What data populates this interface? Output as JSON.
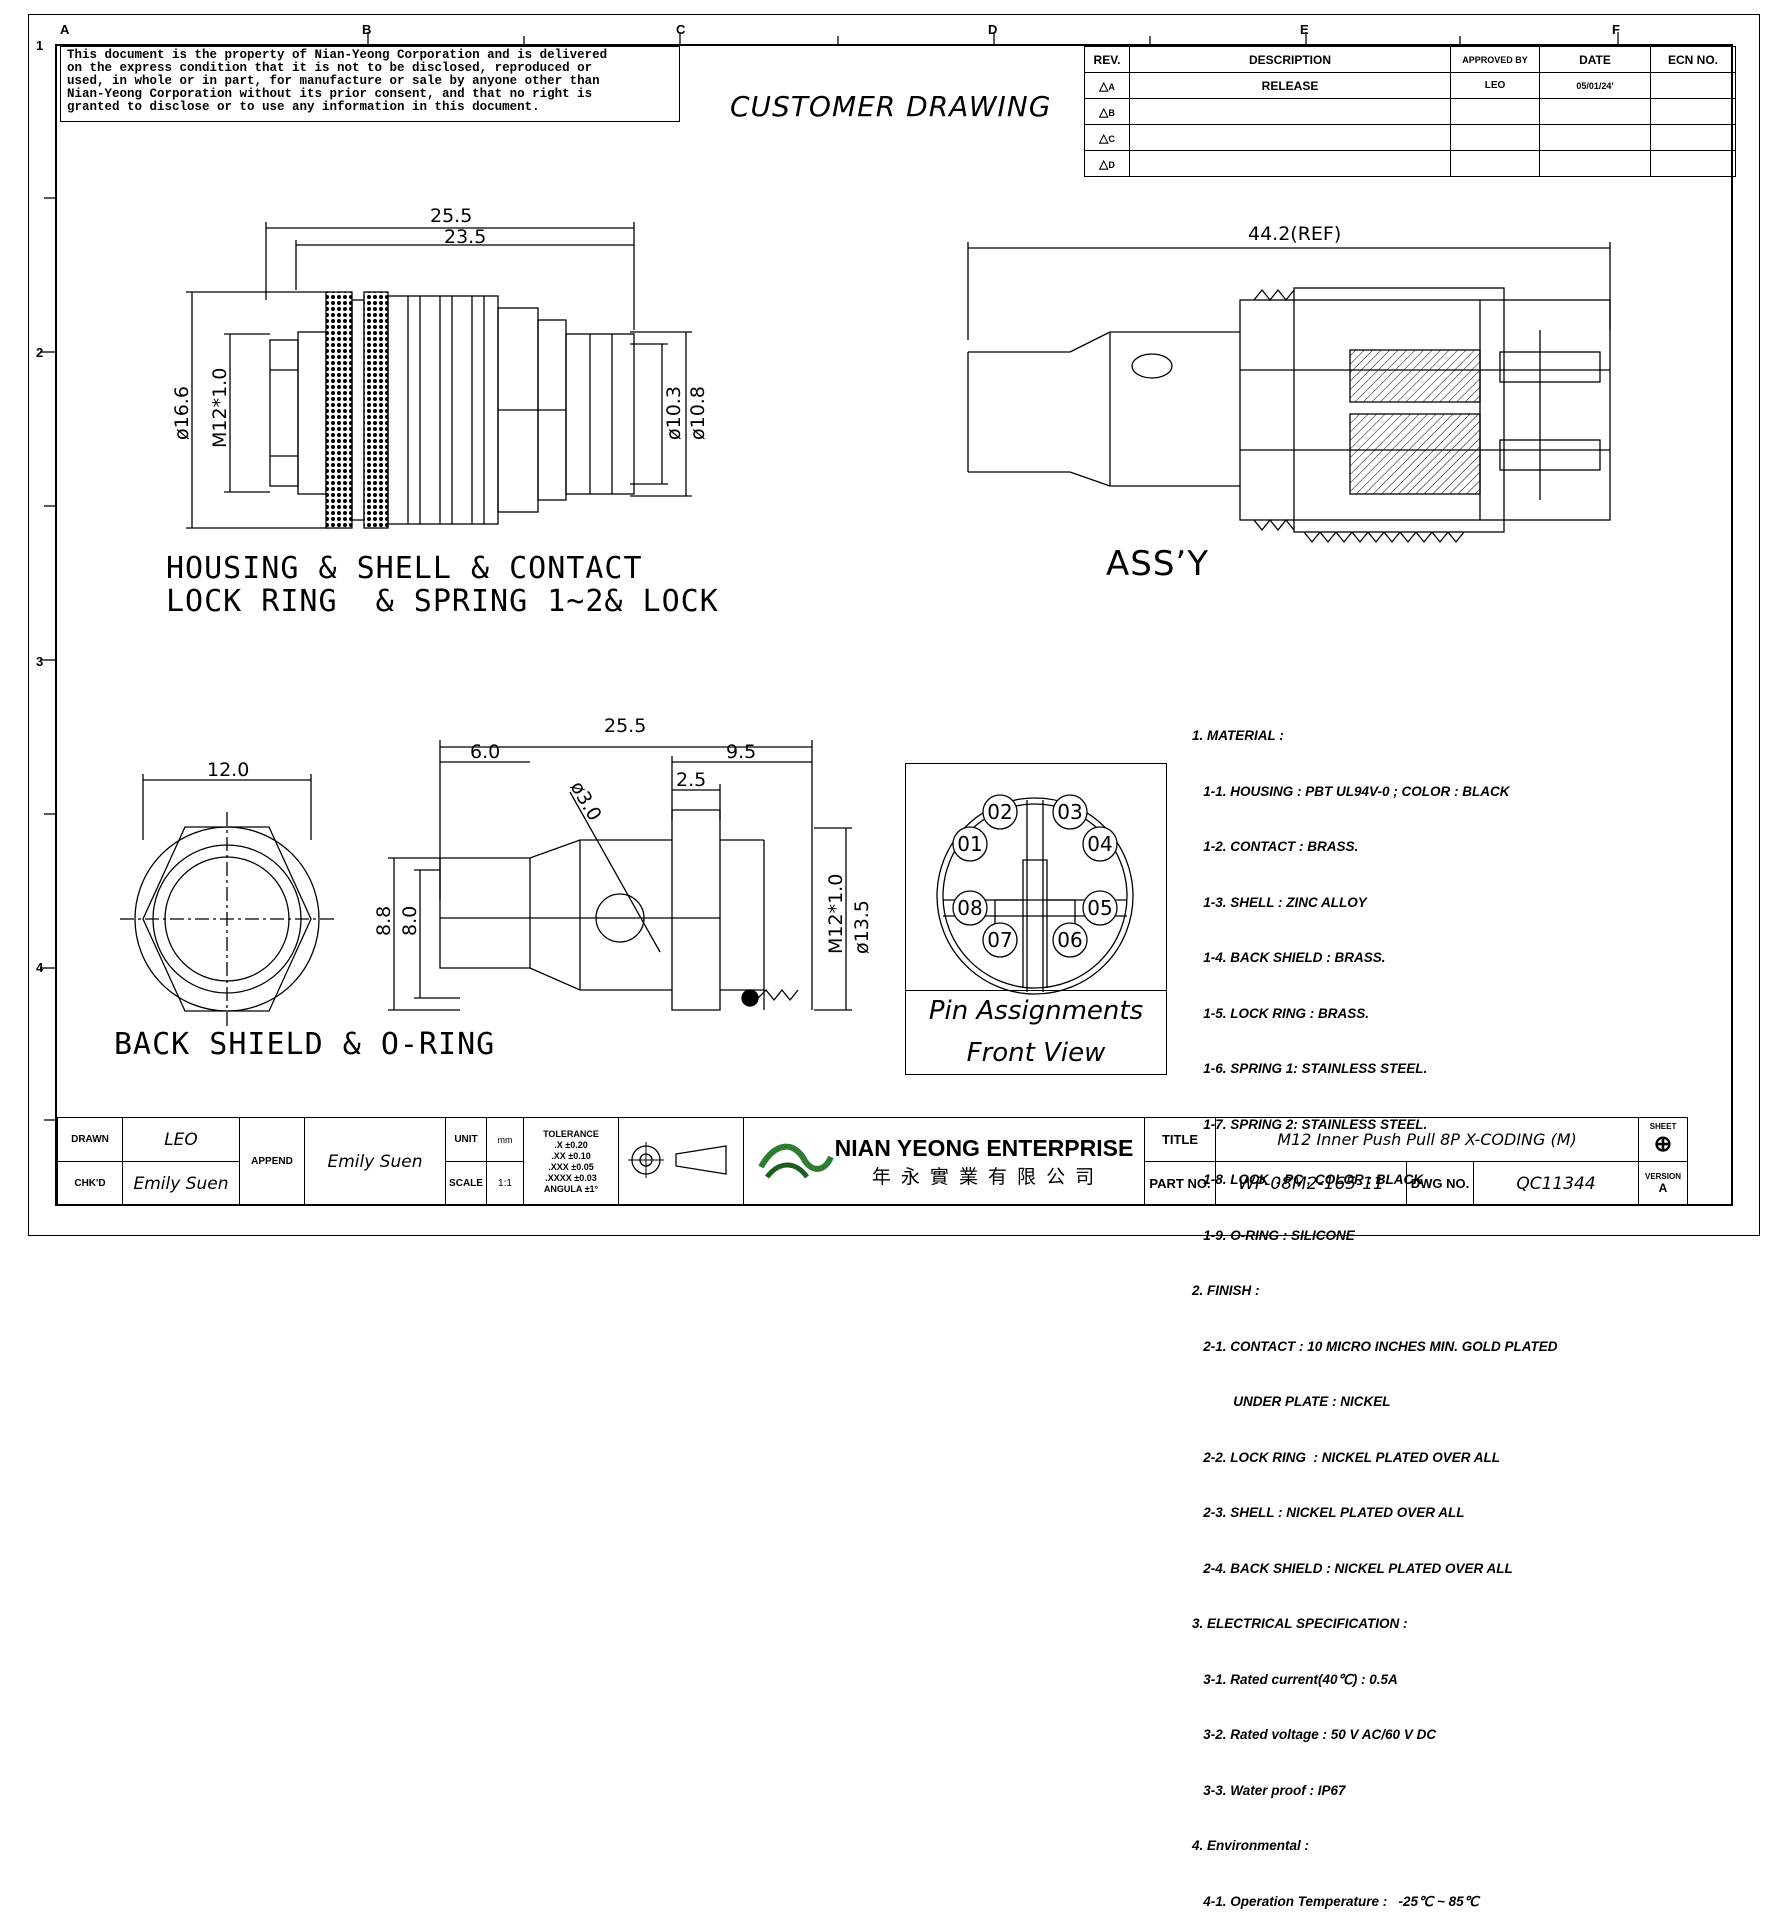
{
  "notice": {
    "lines": [
      "This document is the property of Nian-Yeong Corporation and is delivered",
      "on  the  express condition that it is not to be disclosed, reproduced or",
      "used, in whole or in part, for manufacture or sale by anyone other than",
      "Nian-Yeong Corporation without  its prior consent, and that  no right  is",
      "granted to disclose or to use any information in this  document."
    ]
  },
  "zones": {
    "columns": [
      "A",
      "B",
      "C",
      "D",
      "E",
      "F"
    ],
    "rows": [
      "1",
      "2",
      "3",
      "4"
    ]
  },
  "drawing_title": "CUSTOMER DRAWING",
  "revision_table": {
    "headers": [
      "REV.",
      "DESCRIPTION",
      "APPROVED BY",
      "DATE",
      "ECN NO."
    ],
    "rows": [
      {
        "rev": "A",
        "description": "RELEASE",
        "approved": "LEO",
        "date": "05/01/24'",
        "ecn": ""
      },
      {
        "rev": "B",
        "description": "",
        "approved": "",
        "date": "",
        "ecn": ""
      },
      {
        "rev": "C",
        "description": "",
        "approved": "",
        "date": "",
        "ecn": ""
      },
      {
        "rev": "D",
        "description": "",
        "approved": "",
        "date": "",
        "ecn": ""
      }
    ]
  },
  "views": {
    "housing": {
      "caption": "HOUSING & SHELL & CONTACT\nLOCK RING  & SPRING 1~2& LOCK",
      "dims": {
        "overall": "25.5",
        "body": "23.5",
        "dia_outer": "ø16.6",
        "thread": "M12*1.0",
        "dia_a": "ø10.3",
        "dia_b": "ø10.8"
      }
    },
    "assembly": {
      "caption": "ASS’Y",
      "dims": {
        "length": "44.2(REF)"
      }
    },
    "back_shield": {
      "caption": "BACK SHIELD & O-RING",
      "dims": {
        "hex": "12.0",
        "length": "25.5",
        "front": "6.0",
        "rear": "9.5",
        "step": "2.5",
        "hole": "ø3.0",
        "h1": "8.8",
        "h2": "8.0",
        "thread": "M12*1.0",
        "dia": "ø13.5"
      }
    },
    "pins": {
      "caption1": "Pin Assignments",
      "caption2": "Front View",
      "labels": [
        "01",
        "02",
        "03",
        "04",
        "05",
        "06",
        "07",
        "08"
      ]
    }
  },
  "notes": [
    "1. MATERIAL :",
    "   1-1. HOUSING : PBT UL94V-0 ; COLOR : BLACK",
    "   1-2. CONTACT : BRASS.",
    "   1-3. SHELL : ZINC ALLOY",
    "   1-4. BACK SHIELD : BRASS.",
    "   1-5. LOCK RING : BRASS.",
    "   1-6. SPRING 1: STAINLESS STEEL.",
    "   1-7. SPRING 2: STAINLESS STEEL.",
    "   1-8. LOCK  : PC ; COLOR : BLACK",
    "   1-9. O-RING : SILICONE",
    "2. FINISH :",
    "   2-1. CONTACT : 10 MICRO INCHES MIN. GOLD PLATED",
    "           UNDER PLATE : NICKEL",
    "   2-2. LOCK RING  : NICKEL PLATED OVER ALL",
    "   2-3. SHELL : NICKEL PLATED OVER ALL",
    "   2-4. BACK SHIELD : NICKEL PLATED OVER ALL",
    "3. ELECTRICAL SPECIFICATION :",
    "   3-1. Rated current(40℃) : 0.5A",
    "   3-2. Rated voltage : 50 V AC/60 V DC",
    "   3-3. Water proof : IP67",
    "4. Environmental :",
    "   4-1. Operation Temperature :   -25℃ ~ 85℃"
  ],
  "title_block": {
    "drawn_label": "DRAWN",
    "drawn": "LEO",
    "chkd_label": "CHK'D",
    "chkd": "Emily Suen",
    "append_label": "APPEND",
    "append": "Emily Suen",
    "unit_label": "UNIT",
    "unit": "mm",
    "scale_label": "SCALE",
    "scale": "1:1",
    "tolerance_title": "TOLERANCE",
    "tolerances": [
      {
        "k": ".X",
        "v": "±0.20"
      },
      {
        "k": ".XX",
        "v": "±0.10"
      },
      {
        "k": ".XXX",
        "v": "±0.05"
      },
      {
        "k": ".XXXX",
        "v": "±0.03"
      },
      {
        "k": "ANGULA",
        "v": "±1°"
      }
    ],
    "company_en": "NIAN YEONG ENTERPRISE",
    "company_zh": "年 永 實 業 有 限 公 司",
    "title_label": "TITLE",
    "title": "M12 Inner Push Pull 8P X-CODING (M)",
    "part_label": "PART NO.",
    "part": "WP-08M2-165-11",
    "dwg_label": "DWG NO.",
    "dwg": "QC11344",
    "sheet_label": "SHEET",
    "version_label": "VERSION",
    "version": "A"
  }
}
